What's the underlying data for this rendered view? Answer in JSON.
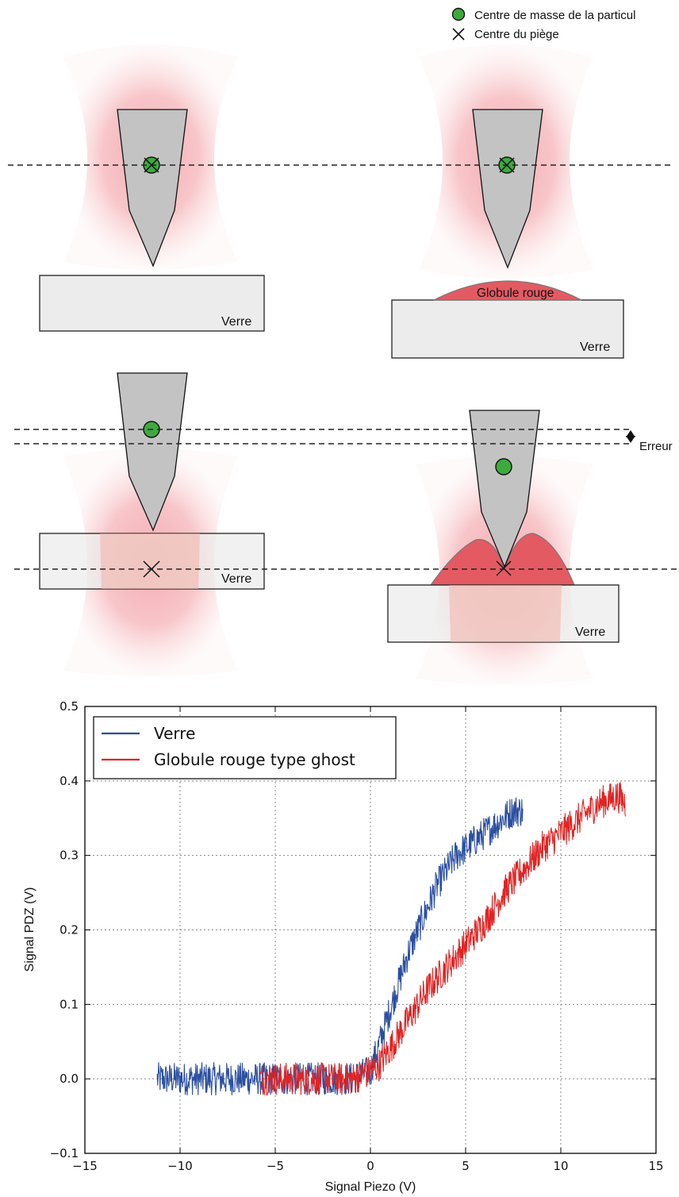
{
  "diagram": {
    "legend": {
      "center_of_mass": "Centre de masse de la particul",
      "trap_center": "Centre du piège"
    },
    "labels": {
      "glass": "Verre",
      "red_cell": "Globule rouge",
      "error": "Erreur"
    },
    "colors": {
      "beam": "#f4a7ad",
      "particle": "#3daa3d",
      "probe": "#c3c3c3",
      "glass": "#ececec",
      "red_cell": "#e45a63"
    }
  },
  "chart_data": {
    "type": "line",
    "title": "",
    "xlabel": "Signal Piezo (V)",
    "ylabel": "Signal PDZ (V)",
    "xlim": [
      -15,
      15
    ],
    "ylim": [
      -0.1,
      0.5
    ],
    "xticks": [
      -15,
      -10,
      -5,
      0,
      5,
      10,
      15
    ],
    "yticks": [
      -0.1,
      0.0,
      0.1,
      0.2,
      0.3,
      0.4,
      0.5
    ],
    "xtick_labels": [
      "−15",
      "−10",
      "−5",
      "0",
      "5",
      "10",
      "15"
    ],
    "ytick_labels": [
      "−0.1",
      "0.0",
      "0.1",
      "0.2",
      "0.3",
      "0.4",
      "0.5"
    ],
    "grid": true,
    "legend_position": "top-left",
    "series": [
      {
        "name": "Verre",
        "color": "#2b4fa0",
        "x": [
          -11.2,
          -10,
          -9,
          -8,
          -7,
          -6,
          -5,
          -4,
          -3,
          -2,
          -1,
          0,
          0.5,
          1,
          1.5,
          2,
          2.5,
          3,
          3.5,
          4,
          4.5,
          5,
          5.5,
          6,
          6.5,
          7,
          7.5,
          8
        ],
        "y": [
          0.0,
          0.0,
          0.0,
          0.0,
          0.0,
          0.0,
          0.0,
          0.0,
          0.0,
          0.0,
          0.0,
          0.01,
          0.05,
          0.09,
          0.13,
          0.17,
          0.2,
          0.23,
          0.26,
          0.28,
          0.3,
          0.31,
          0.32,
          0.33,
          0.34,
          0.35,
          0.36,
          0.36
        ],
        "noise": 0.022
      },
      {
        "name": "Globule rouge type ghost",
        "color": "#e02424",
        "x": [
          -5.8,
          -5,
          -4,
          -3,
          -2,
          -1,
          0,
          0.5,
          1,
          2,
          3,
          4,
          5,
          6,
          7,
          8,
          9,
          10,
          11,
          12,
          13,
          13.4
        ],
        "y": [
          0.0,
          0.0,
          0.0,
          0.0,
          0.0,
          0.0,
          0.01,
          0.02,
          0.04,
          0.08,
          0.12,
          0.15,
          0.18,
          0.21,
          0.25,
          0.28,
          0.31,
          0.33,
          0.35,
          0.37,
          0.38,
          0.37
        ],
        "noise": 0.022
      }
    ]
  }
}
